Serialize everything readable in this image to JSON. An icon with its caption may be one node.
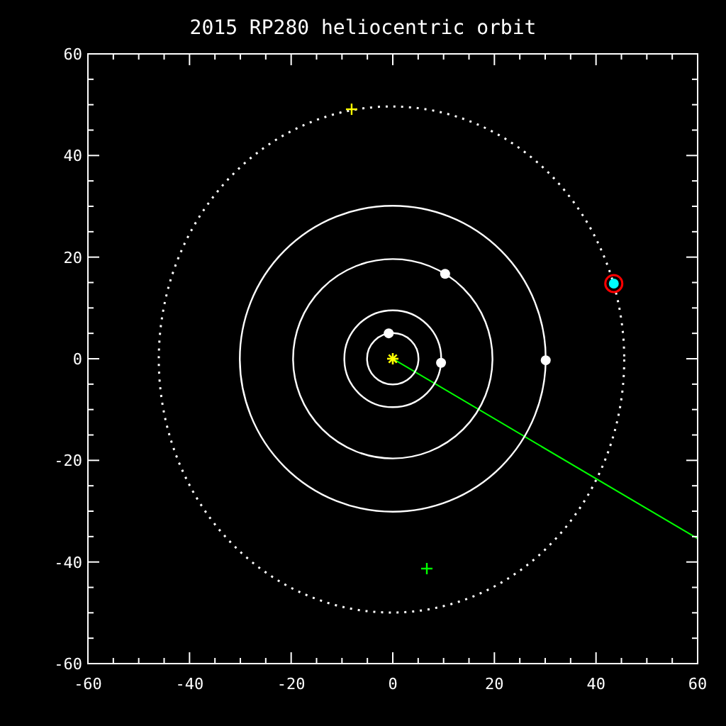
{
  "diagram": {
    "title": "2015 RP280 heliocentric orbit",
    "chart_data": {
      "type": "scatter",
      "xlim": [
        -60,
        60
      ],
      "ylim": [
        -60,
        60
      ],
      "xticks": [
        -60,
        -40,
        -20,
        0,
        20,
        40,
        60
      ],
      "yticks": [
        -60,
        -40,
        -20,
        0,
        20,
        40,
        60
      ],
      "x": [
        -0.8,
        9.5,
        10.3,
        30.1,
        43.5,
        0,
        -8.1,
        6.7
      ],
      "series": [
        {
          "color": "#ffffff",
          "values": [
            5.0,
            -0.8,
            16.7,
            -0.3,
            null,
            null,
            null,
            null
          ]
        },
        {
          "color": "#00ffff",
          "values": [
            null,
            null,
            null,
            null,
            14.8,
            null,
            null,
            null
          ]
        },
        {
          "color": "#ffff00",
          "values": [
            null,
            null,
            null,
            null,
            null,
            0,
            null,
            null
          ]
        },
        {
          "color": "#ffff00",
          "values": [
            null,
            null,
            null,
            null,
            null,
            null,
            49.1,
            null
          ]
        },
        {
          "color": "#00ff00",
          "values": [
            null,
            null,
            null,
            null,
            null,
            null,
            null,
            -41.3
          ]
        }
      ]
    }
  }
}
